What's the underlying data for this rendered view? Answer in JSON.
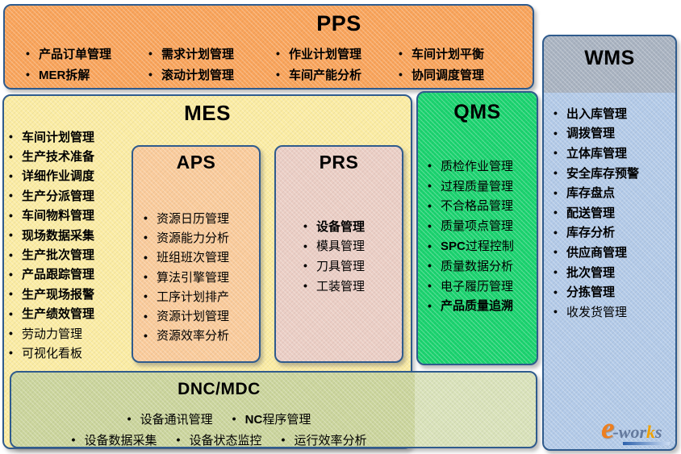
{
  "colors": {
    "border": "#2F5B8D",
    "pps-bg": "#F9A45B",
    "mes-bg": "#FBECA3",
    "aps-bg": "#FACB9B",
    "prs-bg": "#EBCEC5",
    "qms-bg": "#1BD36F",
    "wms-top": "#A9B3C1",
    "wms-body": "#B3CAE8",
    "dnc-left": "#CBD59D",
    "dnc-right": "#D9E2BA",
    "logo-orange": "#EE7E1E",
    "logo-k": "#F0A100",
    "logo-gray": "#64799C"
  },
  "pps": {
    "title": "PPS",
    "items": [
      {
        "t": "产品订单管理"
      },
      {
        "t": "需求计划管理"
      },
      {
        "t": "作业计划管理"
      },
      {
        "t": "车间计划平衡"
      },
      {
        "t": "MER拆解"
      },
      {
        "t": "滚动计划管理"
      },
      {
        "t": "车间产能分析"
      },
      {
        "t": "协同调度管理"
      }
    ]
  },
  "mes": {
    "title": "MES",
    "items": [
      {
        "t": "车间计划管理"
      },
      {
        "t": "生产技术准备"
      },
      {
        "t": "详细作业调度"
      },
      {
        "t": "生产分派管理"
      },
      {
        "t": "车间物料管理"
      },
      {
        "t": "现场数据采集"
      },
      {
        "t": "生产批次管理"
      },
      {
        "t": "产品跟踪管理"
      },
      {
        "t": "生产现场报警"
      },
      {
        "t": "生产绩效管理"
      },
      {
        "t": "劳动力管理",
        "c": "r"
      },
      {
        "t": "可视化看板",
        "c": "r"
      }
    ]
  },
  "aps": {
    "title": "APS",
    "items": [
      {
        "t": "资源日历管理",
        "c": "r"
      },
      {
        "t": "资源能力分析",
        "c": "r"
      },
      {
        "t": "班组班次管理",
        "c": "r"
      },
      {
        "t": "算法引擎管理",
        "c": "r"
      },
      {
        "t": "工序计划排产",
        "c": "r"
      },
      {
        "t": "资源计划管理",
        "c": "r"
      },
      {
        "t": "资源效率分析",
        "c": "r"
      }
    ]
  },
  "prs": {
    "title": "PRS",
    "items": [
      {
        "t": "设备管理"
      },
      {
        "t": "模具管理",
        "c": "r"
      },
      {
        "t": "刀具管理",
        "c": "r"
      },
      {
        "t": "工装管理",
        "c": "r"
      }
    ]
  },
  "qms": {
    "title": "QMS",
    "items": [
      {
        "t": "质检作业管理",
        "c": "r"
      },
      {
        "t": "过程质量管理",
        "c": "r"
      },
      {
        "t": "不合格品管理",
        "c": "r"
      },
      {
        "t": "质量项点管理",
        "c": "r"
      },
      {
        "p": "SPC",
        "t": "过程控制",
        "c": "r"
      },
      {
        "t": "质量数据分析",
        "c": "r"
      },
      {
        "t": "电子履历管理",
        "c": "r"
      },
      {
        "t": "产品质量追溯"
      }
    ]
  },
  "wms": {
    "title": "WMS",
    "items": [
      {
        "t": "出入库管理"
      },
      {
        "t": "调拨管理"
      },
      {
        "t": "立体库管理"
      },
      {
        "t": "安全库存预警"
      },
      {
        "t": "库存盘点"
      },
      {
        "t": "配送管理"
      },
      {
        "t": "库存分析"
      },
      {
        "t": "供应商管理"
      },
      {
        "t": "批次管理"
      },
      {
        "t": "分拣管理"
      },
      {
        "t": "收发货管理",
        "c": "r"
      }
    ]
  },
  "dnc": {
    "title": "DNC/MDC",
    "row1": [
      {
        "t": "设备通讯管理",
        "c": "r"
      },
      {
        "p": "NC",
        "t": "程序管理",
        "c": "r"
      }
    ],
    "row2": [
      {
        "t": "设备数据采集",
        "c": "r"
      },
      {
        "t": "设备状态监控",
        "c": "r"
      },
      {
        "t": "运行效率分析",
        "c": "r"
      }
    ]
  },
  "logo": {
    "e": "e",
    "mid": "-wor",
    "k": "k",
    "tail": "s"
  }
}
